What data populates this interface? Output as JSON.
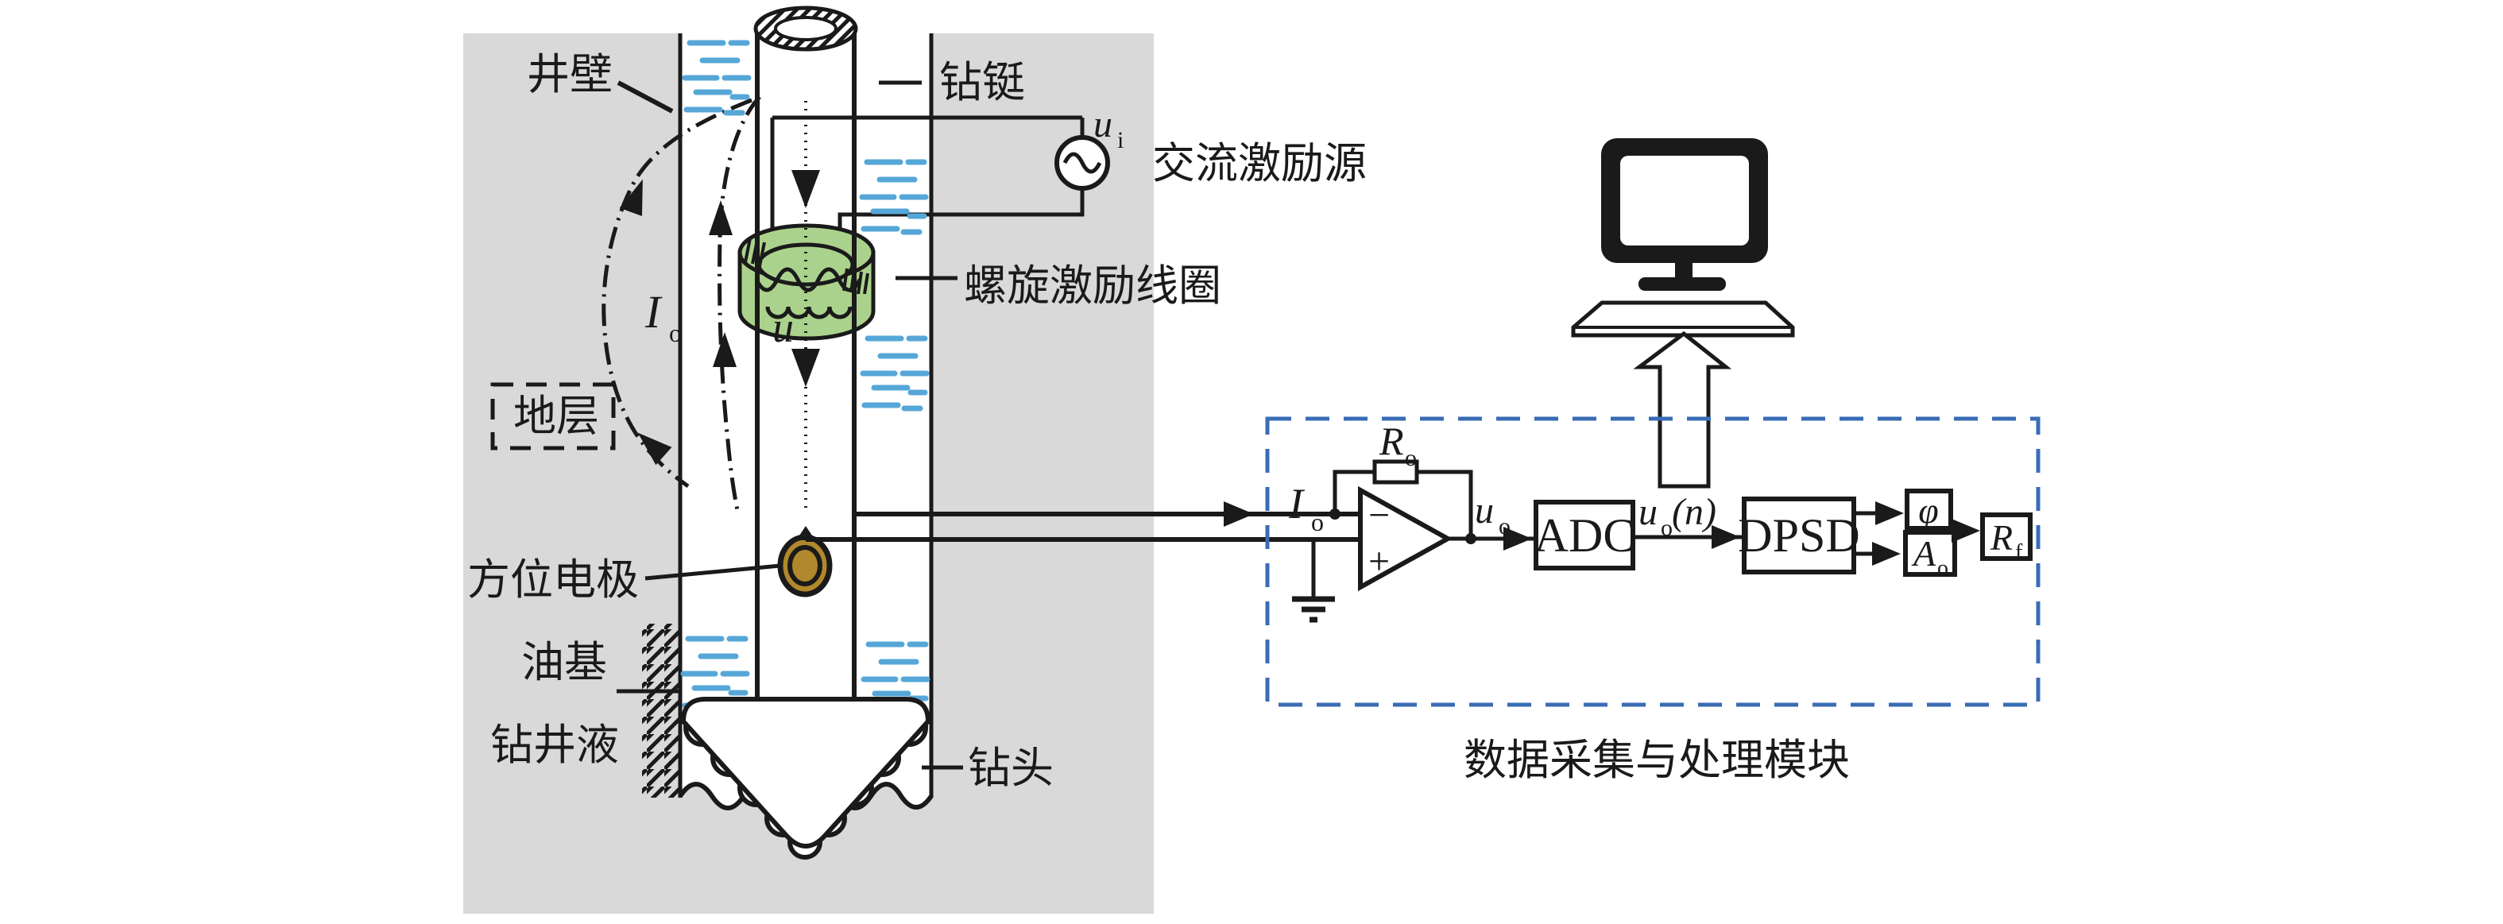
{
  "colors": {
    "formation_gray": "#d9d9d9",
    "fluid_blue": "#56a7d8",
    "coil_green": "#abd28c",
    "electrode_gold": "#b1882b",
    "module_border_blue": "#3a6cb5",
    "ink": "#1a1a1a"
  },
  "borehole": {
    "well_wall_label": "井壁",
    "formation_label": "地层",
    "drill_collar_label": "钻铤",
    "ac_source_label": "交流激励源",
    "coil_label": "螺旋激励线圈",
    "electrode_label": "方位电极",
    "mud_label_top": "油基",
    "mud_label_bottom": "钻井液",
    "drill_bit_label": "钻头",
    "excitation_voltage_main": "u",
    "excitation_voltage_sub": "i",
    "coil_voltage": "u",
    "formation_current_main": "I",
    "formation_current_sub": "o"
  },
  "module": {
    "caption": "数据采集与处理模块",
    "input_current_main": "I",
    "input_current_sub": "o",
    "feedback_resistor_main": "R",
    "feedback_resistor_sub": "o",
    "opamp_minus": "−",
    "opamp_plus": "+",
    "output_voltage_main": "u",
    "output_voltage_sub": "o",
    "adc_label": "ADC",
    "sampled_main": "u",
    "sampled_sub": "o",
    "sampled_suffix": "(n)",
    "dpsd_label": "DPSD",
    "phase_label": "φ",
    "amplitude_main": "A",
    "amplitude_sub": "o",
    "result_main": "R",
    "result_sub": "f"
  }
}
